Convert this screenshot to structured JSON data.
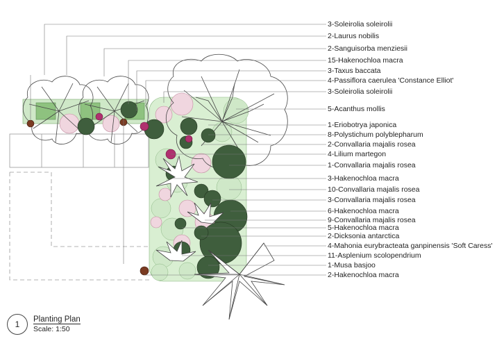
{
  "labels": [
    "3-Soleirolia soleirolii",
    "2-Laurus nobilis",
    "2-Sanguisorba menziesii",
    "15-Hakenochloa macra",
    "3-Taxus baccata",
    "4-Passiflora caerulea 'Constance Elliot'",
    "3-Soleirolia soleirolii",
    "5-Acanthus mollis",
    "1-Eriobotrya japonica",
    "8-Polystichum polyblepharum",
    "2-Convallaria majalis rosea",
    "4-Lilium martegon",
    "1-Convallaria majalis rosea",
    "3-Hakenochloa macra",
    "10-Convallaria majalis rosea",
    "3-Convallaria majalis rosea",
    "6-Hakenochloa macra",
    "9-Convallaria majalis rosea",
    "5-Hakenochloa macra",
    "2-Dicksonia antarctica",
    "4-Mahonia eurybracteata ganpinensis 'Soft Caress'",
    "11-Asplenium scolopendrium",
    "1-Musa basjoo",
    "2-Hakenochloa macra"
  ],
  "title_block": {
    "number": "1",
    "title": "Planting Plan",
    "scale": "Scale: 1:50"
  },
  "colors": {
    "dark_green": "#3f5e3d",
    "mid_green": "#8ec27f",
    "light_green": "#cfe8c8",
    "pink": "#e9c6d3",
    "magenta": "#b0306f",
    "brown": "#7a3b22",
    "line": "#666666"
  }
}
